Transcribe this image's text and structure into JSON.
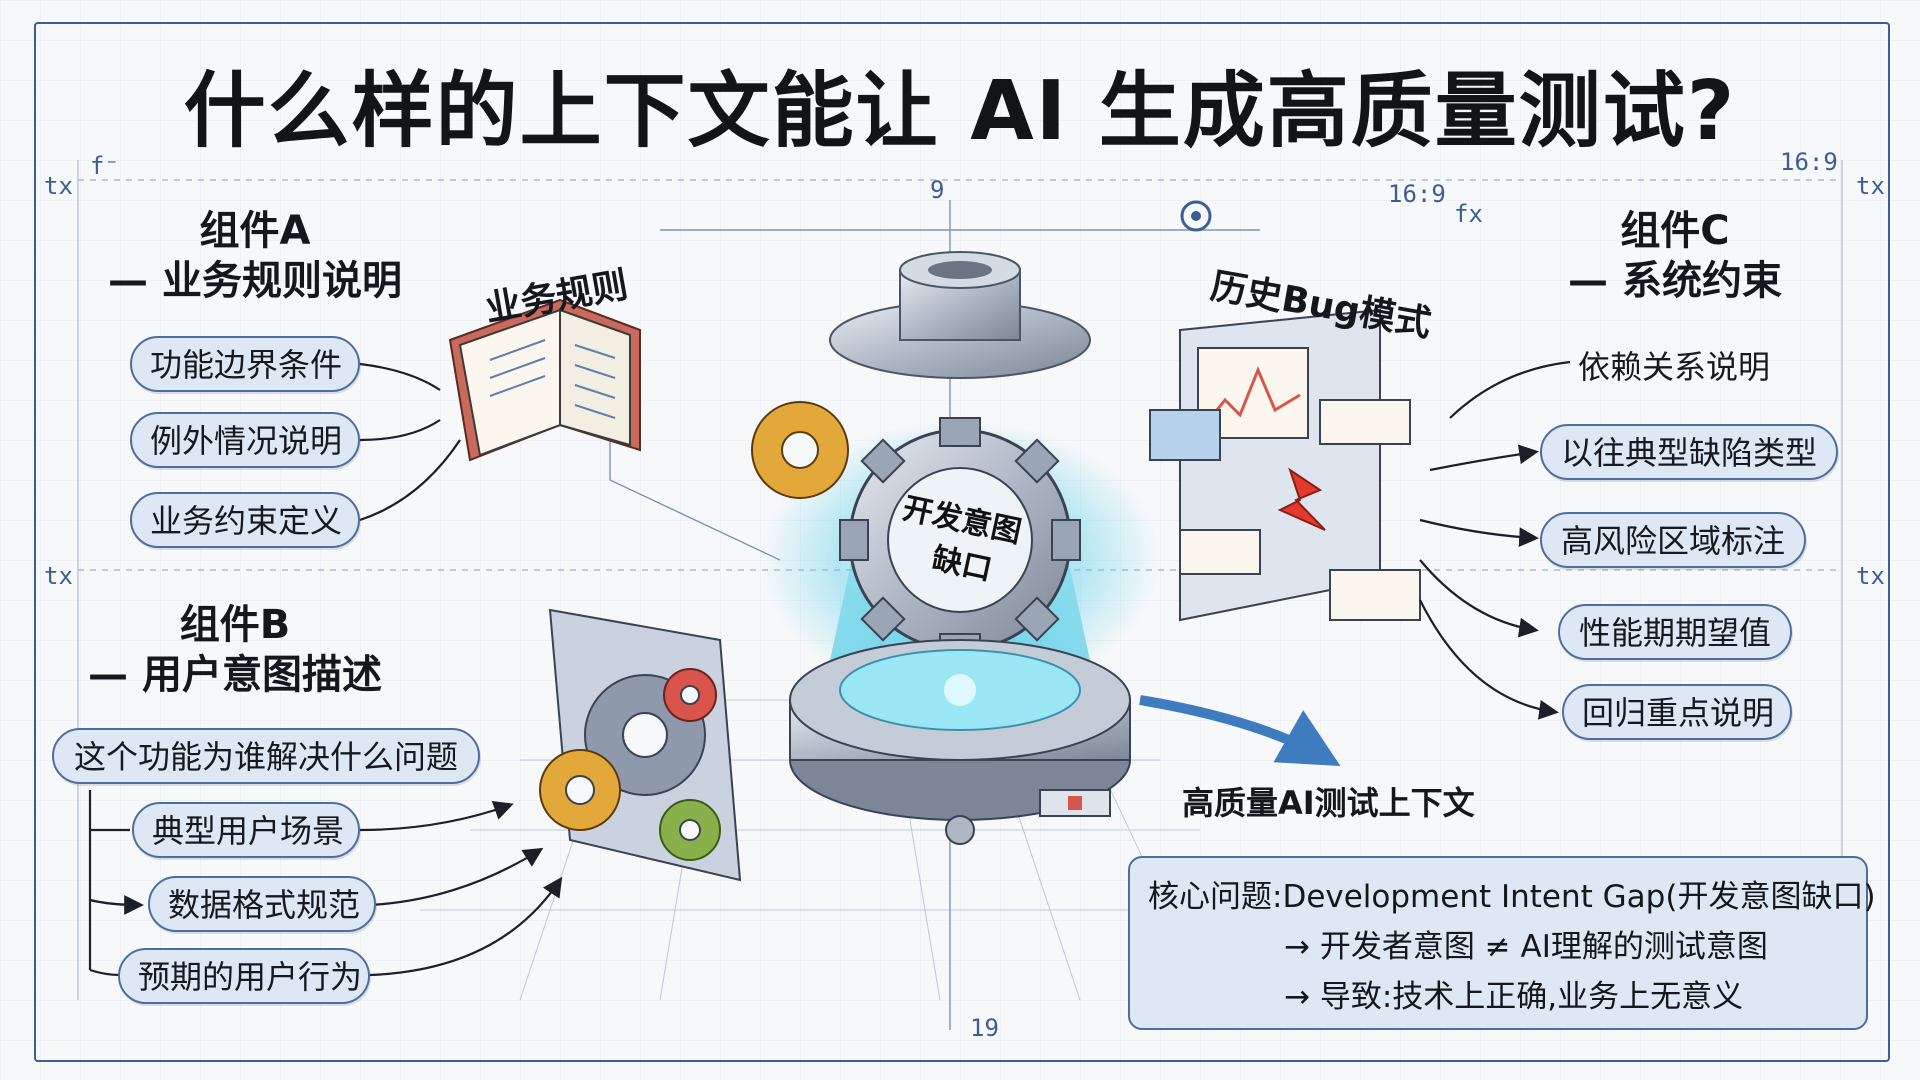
{
  "title": "什么样的上下文能让 AI 生成高质量测试?",
  "component_a": {
    "heading": "组件A",
    "subheading": "— 业务规则说明",
    "items": [
      "功能边界条件",
      "例外情况说明",
      "业务约束定义"
    ]
  },
  "component_b": {
    "heading": "组件B",
    "subheading": "— 用户意图描述",
    "items": [
      "这个功能为谁解决什么问题",
      "典型用户场景",
      "数据格式规范",
      "预期的用户行为"
    ]
  },
  "component_c": {
    "heading": "组件C",
    "subheading": "— 系统约束",
    "items": [
      "依赖关系说明",
      "以往典型缺陷类型",
      "高风险区域标注",
      "性能期期望值",
      "回归重点说明"
    ]
  },
  "center": {
    "book_label": "业务规则",
    "bug_label": "历史Bug模式",
    "gear_label_line1": "开发意图",
    "gear_label_line2": "缺口",
    "output_label": "高质量AI测试上下文"
  },
  "core_issue": {
    "line1": "核心问题:Development Intent Gap(开发意图缺口)",
    "line2": "→ 开发者意图 ≠ AI理解的测试意图",
    "line3": "→ 导致:技术上正确,业务上无意义"
  },
  "annotations": {
    "ratio_top": "16:9",
    "ratio_mid": "16:9",
    "fx_left": "f⁻",
    "fx_right": "fx",
    "tx_left": "tx",
    "tx_right": "tx",
    "axis_top": "9",
    "axis_bottom": "19"
  },
  "colors": {
    "pill_fill": "#dde8f4",
    "pill_border": "#4c6e9f",
    "accent_blue": "#3b5f93",
    "gear_yellow": "#e2a83a",
    "gear_red": "#d9544a",
    "gear_green": "#8ab04c",
    "glow_cyan": "#5fd0e8"
  }
}
